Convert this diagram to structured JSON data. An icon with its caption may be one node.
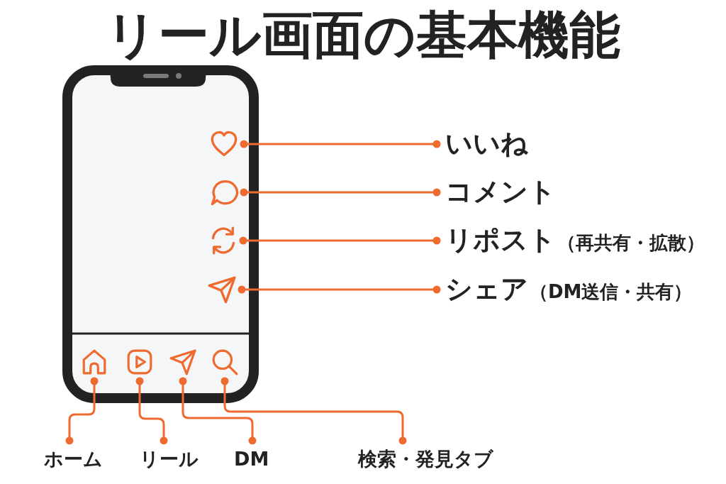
{
  "diagram": {
    "title": "リール画面の基本機能",
    "nodes": [
      {
        "text": [],
        "shape": "heart"
      },
      {
        "text": [
          "いいね"
        ]
      },
      {
        "text": [],
        "shape": "bubble"
      },
      {
        "text": [
          "コメント"
        ]
      },
      {
        "text": [],
        "shape": "arrows"
      },
      {
        "text": [
          "リポスト",
          "（再共有・拡散）"
        ]
      },
      {
        "text": [],
        "shape": "plane"
      },
      {
        "text": [
          "シェア",
          "（DM送信・共有）"
        ]
      },
      {
        "text": [],
        "shape": "house"
      },
      {
        "text": [],
        "shape": "play"
      },
      {
        "text": [],
        "shape": "plane"
      },
      {
        "text": [],
        "shape": "magnifier"
      },
      {
        "text": [
          "ホーム"
        ]
      },
      {
        "text": [
          "リール"
        ]
      },
      {
        "text": [
          "DM"
        ]
      },
      {
        "text": [
          "検索・発見タブ"
        ]
      }
    ],
    "edges": [
      {
        "from": 1,
        "to": 0,
        "arrow": "other"
      },
      {
        "from": 3,
        "to": 2,
        "arrow": "other"
      },
      {
        "from": 5,
        "to": 4,
        "arrow": "other"
      },
      {
        "from": 7,
        "to": 6,
        "arrow": "other"
      },
      {
        "from": 12,
        "to": 8,
        "arrow": "other"
      },
      {
        "from": 13,
        "to": 9,
        "arrow": "other"
      },
      {
        "from": 14,
        "to": 10,
        "arrow": "other"
      },
      {
        "from": 15,
        "to": 11,
        "arrow": "other"
      }
    ]
  }
}
